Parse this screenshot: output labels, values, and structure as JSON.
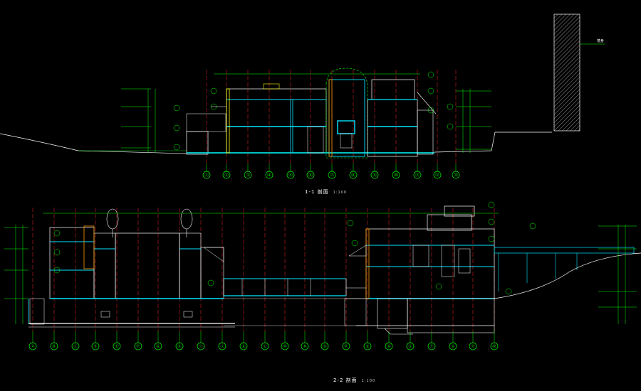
{
  "colors": {
    "background": "#000000",
    "grid_axis": "#ff2a2a",
    "wall": "#ffffff",
    "section_cut": "#00e5ff",
    "dimension": "#00ff00",
    "accent": "#ffff00",
    "highlight": "#ff9900",
    "slab": "#00ffff",
    "ground": "#ffffff"
  },
  "section_top": {
    "caption": "1-1 剖面",
    "scale": "1:100",
    "axis_labels": [
      "⑴",
      "⑵",
      "⑶",
      "⑷",
      "⑸",
      "⑹",
      "⑺",
      "⑻",
      "⑼",
      "⑽",
      "⑾",
      "⑿",
      "⒀"
    ]
  },
  "section_bottom": {
    "caption": "2-2 剖面",
    "scale": "1:100",
    "axis_labels": [
      "Ⓐ",
      "Ⓑ",
      "Ⓒ",
      "Ⓓ",
      "Ⓔ",
      "Ⓕ",
      "Ⓖ",
      "Ⓗ",
      "Ⓘ",
      "Ⓙ",
      "Ⓚ",
      "Ⓛ",
      "Ⓜ",
      "Ⓝ",
      "Ⓞ",
      "Ⓟ",
      "Ⓠ",
      "Ⓡ",
      "Ⓢ",
      "Ⓣ",
      "Ⓤ",
      "Ⓥ",
      "Ⓦ"
    ]
  },
  "detail": {
    "label": "墙身"
  }
}
